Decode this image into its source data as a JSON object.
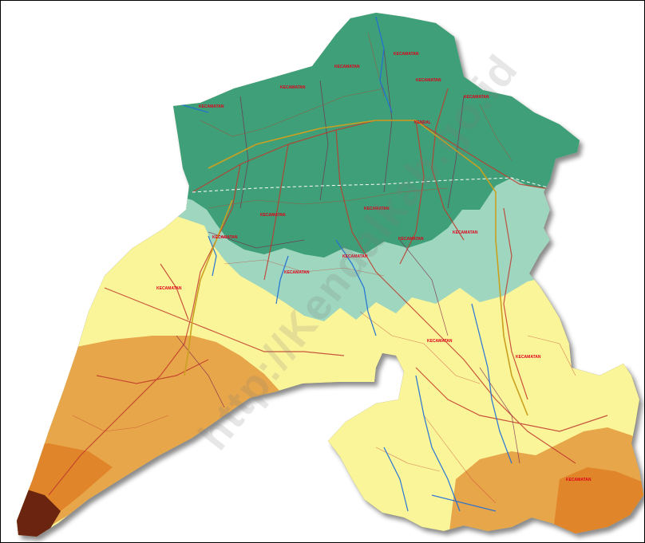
{
  "map": {
    "colors": {
      "lowland_green": "#3f9f78",
      "upland_mint": "#9fd6bf",
      "plain_yellow": "#fbf59a",
      "hills_orange": "#e8a64a",
      "mountain_brown": "#6b2410",
      "river": "#1e6fd6",
      "road": "#c0392b",
      "border": "#7a1d4a"
    },
    "district_labels": [
      "KECAMATAN",
      "KECAMATAN",
      "KECAMATAN",
      "KECAMATAN",
      "KECAMATAN",
      "KECAMATAN",
      "KECAMATAN",
      "KECAMATAN",
      "KECAMATAN",
      "KECAMATAN",
      "KECAMATAN",
      "KECAMATAN",
      "KECAMATAN",
      "KECAMATAN",
      "KECAMATAN",
      "KECAMATAN",
      "KECAMATAN"
    ],
    "city_label": "KENDAL"
  },
  "watermark": {
    "text": "http://Kendalkab.go.id"
  }
}
